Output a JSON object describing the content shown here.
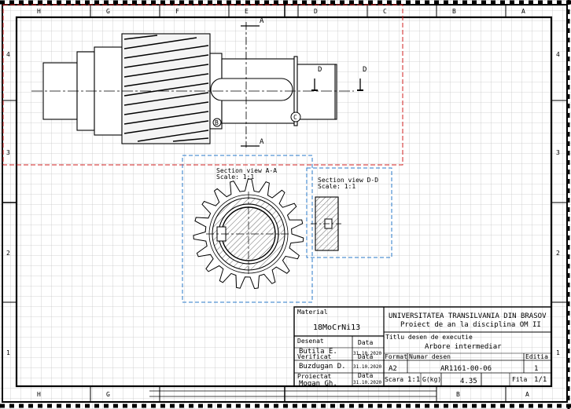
{
  "drawing": {
    "grid_columns": [
      "H",
      "G",
      "F",
      "E",
      "D",
      "C",
      "B",
      "A"
    ],
    "grid_rows": [
      "4",
      "3",
      "2",
      "1"
    ],
    "section_marks": {
      "a": "A",
      "d": "D"
    },
    "detail_marks": {
      "b": "B",
      "c": "C"
    },
    "section_aa": {
      "title": "Section view A-A",
      "scale": "Scale:  1:1"
    },
    "section_dd": {
      "title": "Section view D-D",
      "scale": "Scale:  1:1"
    }
  },
  "title_block": {
    "material_label": "Material",
    "material_value": "18MoCrNi13",
    "university": "UNIVERSITATEA TRANSILVANIA DIN BRASOV",
    "project": "Proiect de an la disciplina OM II",
    "title_label": "Titlu desen de executie",
    "title_value": "Arbore intermediar",
    "designed_label": "Desenat",
    "designed_name": "Butila E.",
    "checked_label": "Verificat",
    "checked_name": "Buzdugan D.",
    "project_label": "Proiectat",
    "project_name": "Mogan Gh.",
    "date_label": "Data",
    "date_1": "31.10.2020",
    "date_2": "31.10.2020",
    "date_3": "31.10.2020",
    "format_label": "Format",
    "format_value": "A2",
    "drawing_no_label": "Numar desen",
    "drawing_no_value": "AR1161-00-06",
    "edition_label": "Editia",
    "edition_value": "1",
    "scale_label": "Scara",
    "scale_value": "1:1",
    "mass_label": "G(kg)",
    "mass_value": "4.35",
    "sheet_label": "Fila",
    "sheet_value": "1/1"
  },
  "colors": {
    "line": "#000000",
    "grid": "#c8c8c8",
    "red_box": "#d02020",
    "blue_box": "#2a78c8",
    "hatch": "#444444"
  }
}
